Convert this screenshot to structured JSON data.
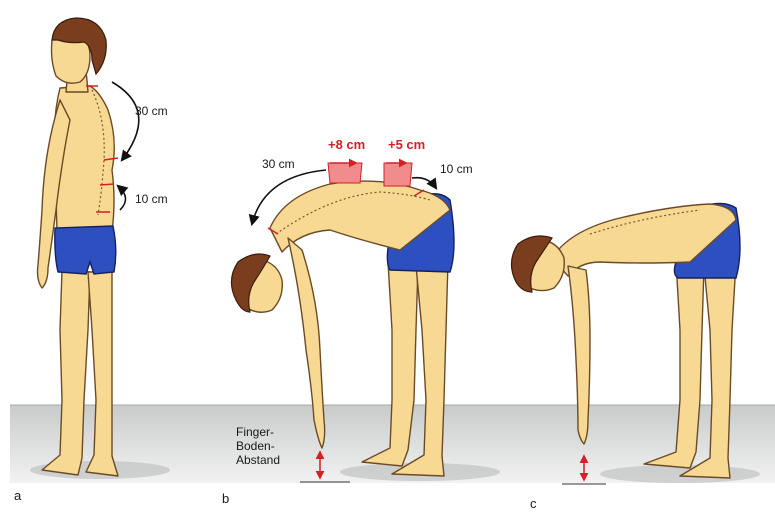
{
  "labels": {
    "a_arc_upper": "30 cm",
    "a_arc_lower": "10 cm",
    "b_arc_upper": "30 cm",
    "b_arc_lower": "10 cm",
    "b_increase_upper": "+8 cm",
    "b_increase_lower": "+5 cm",
    "finger_floor_1": "Finger-",
    "finger_floor_2": "Boden-",
    "finger_floor_3": "Abstand",
    "panel_a": "a",
    "panel_b": "b",
    "panel_c": "c"
  },
  "colors": {
    "skin": "#f7d993",
    "shorts": "#2d4fbf",
    "hair": "#7a3e1e",
    "marker": "#d42027",
    "floor": "#d7d9d9"
  }
}
